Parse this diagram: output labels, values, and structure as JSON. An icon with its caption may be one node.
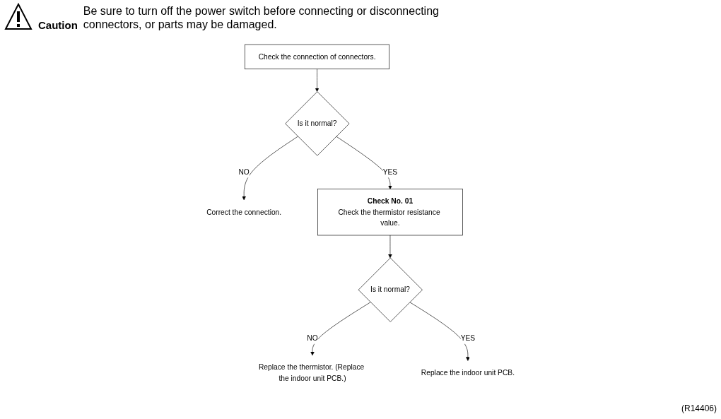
{
  "diagram": {
    "nodes": [
      {
        "text": [
          "Check the connection of connectors."
        ]
      },
      {
        "text": [
          "Is it normal?"
        ]
      },
      {
        "text": [
          "Correct the connection."
        ]
      },
      {
        "text": [
          "Check No. 01",
          "Check the thermistor resistance value."
        ]
      },
      {
        "text": [
          "Is it normal?"
        ]
      },
      {
        "text": [
          "Replace the thermistor. (Replace the indoor unit PCB.)"
        ]
      },
      {
        "text": [
          "Replace the indoor unit PCB."
        ]
      }
    ],
    "edges": [
      {
        "from": 0,
        "to": 1,
        "arrow": "to"
      },
      {
        "from": 1,
        "to": 2,
        "arrow": "to",
        "label": "NO"
      },
      {
        "from": 1,
        "to": 3,
        "arrow": "to",
        "label": "YES"
      },
      {
        "from": 3,
        "to": 4,
        "arrow": "to"
      },
      {
        "from": 4,
        "to": 5,
        "arrow": "to",
        "label": "NO"
      },
      {
        "from": 4,
        "to": 6,
        "arrow": "to",
        "label": "YES"
      }
    ],
    "labels": [
      "Caution",
      "Be sure to turn off the power switch before connecting or disconnecting connectors, or parts may be damaged.",
      "(R14406)"
    ]
  }
}
